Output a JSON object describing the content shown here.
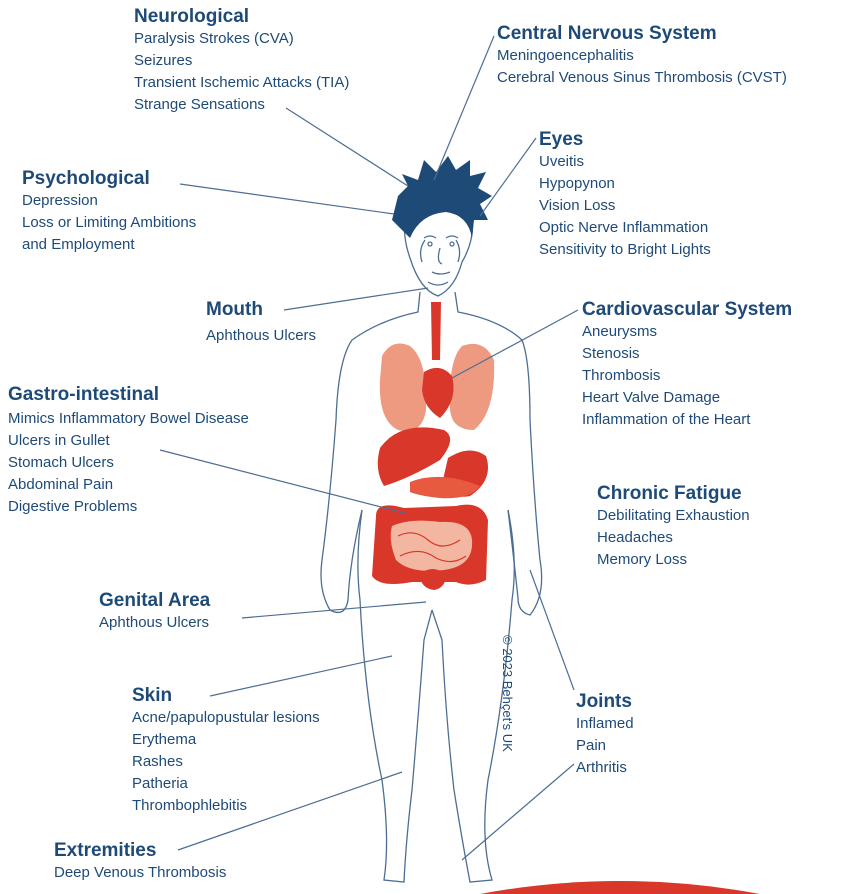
{
  "groups": {
    "neurological": {
      "title": "Neurological",
      "items": [
        "Paralysis Strokes (CVA)",
        "Seizures",
        "Transient Ischemic Attacks (TIA)",
        "Strange Sensations"
      ]
    },
    "cns": {
      "title": "Central Nervous System",
      "items": [
        "Meningoencephalitis",
        "Cerebral Venous Sinus Thrombosis (CVST)"
      ]
    },
    "eyes": {
      "title": "Eyes",
      "items": [
        "Uveitis",
        "Hypopynon",
        "Vision Loss",
        "Optic Nerve Inflammation",
        "Sensitivity to Bright Lights"
      ]
    },
    "psychological": {
      "title": "Psychological",
      "items": [
        "Depression",
        "Loss or Limiting Ambitions",
        "and Employment"
      ]
    },
    "mouth": {
      "title": "Mouth",
      "items": [
        "Aphthous Ulcers"
      ]
    },
    "cardio": {
      "title": "Cardiovascular System",
      "items": [
        "Aneurysms",
        "Stenosis",
        "Thrombosis",
        "Heart Valve Damage",
        "Inflammation of the Heart"
      ]
    },
    "gastro": {
      "title": "Gastro-intestinal",
      "items": [
        "Mimics Inflammatory Bowel Disease",
        "Ulcers in Gullet",
        "Stomach Ulcers",
        "Abdominal Pain",
        "Digestive Problems"
      ]
    },
    "fatigue": {
      "title": "Chronic Fatigue",
      "items": [
        "Debilitating Exhaustion",
        "Headaches",
        "Memory Loss"
      ]
    },
    "genital": {
      "title": "Genital Area",
      "items": [
        "Aphthous Ulcers"
      ]
    },
    "skin": {
      "title": "Skin",
      "items": [
        "Acne/papulopustular lesions",
        "Erythema",
        "Rashes",
        "Patheria",
        "Thrombophlebitis"
      ]
    },
    "joints": {
      "title": "Joints",
      "items": [
        "Inflamed",
        "Pain",
        "Arthritis"
      ]
    },
    "extremities": {
      "title": "Extremities",
      "items": [
        "Deep Venous Thrombosis"
      ]
    }
  },
  "copyright": "© 2023 Behçet's UK",
  "colors": {
    "text": "#1e4a78",
    "hair": "#1e4a78",
    "organ_dark": "#d9372a",
    "organ_light": "#ee9a80",
    "intestine": "#f3b6a0",
    "outline": "#4d6e92"
  }
}
